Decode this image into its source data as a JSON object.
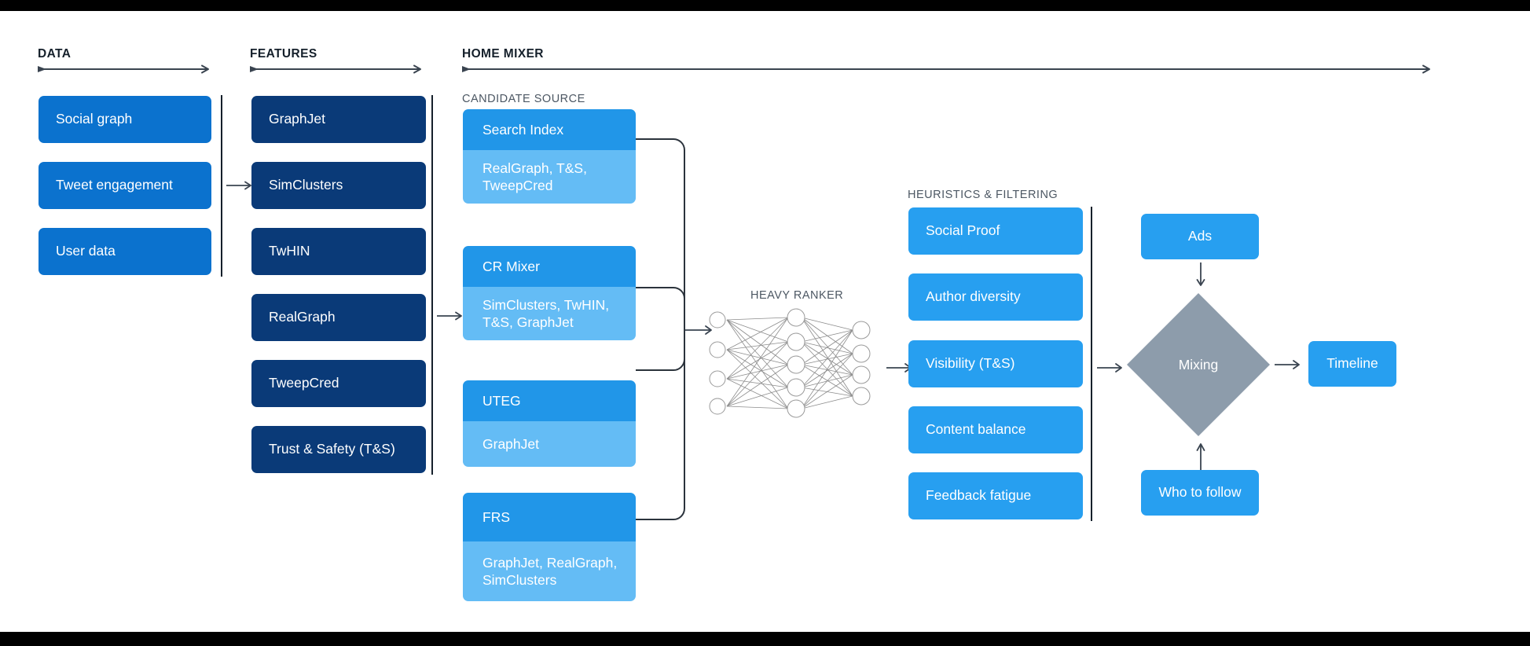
{
  "theme": {
    "page_background": "#000000",
    "canvas_background": "#ffffff",
    "data_blue": "#0b72ce",
    "feature_navy": "#0a3a78",
    "candidate_head_blue": "#2196e8",
    "candidate_body_blue": "#64bcf5",
    "heuristic_blue": "#279ff0",
    "diamond_gray": "#8d9cab",
    "line_dark": "#3a4450",
    "header_text": "#15202b",
    "subheader_text": "#4c5763"
  },
  "sections": {
    "data": {
      "title": "DATA"
    },
    "features": {
      "title": "FEATURES"
    },
    "home_mixer": {
      "title": "HOME MIXER"
    },
    "candidate_source": {
      "title": "CANDIDATE SOURCE"
    },
    "heavy_ranker": {
      "title": "HEAVY RANKER"
    },
    "heuristics": {
      "title": "HEURISTICS & FILTERING"
    }
  },
  "data_column": {
    "items": [
      {
        "label": "Social graph"
      },
      {
        "label": "Tweet engagement"
      },
      {
        "label": "User data"
      }
    ]
  },
  "features_column": {
    "items": [
      {
        "label": "GraphJet"
      },
      {
        "label": "SimClusters"
      },
      {
        "label": "TwHIN"
      },
      {
        "label": "RealGraph"
      },
      {
        "label": "TweepCred"
      },
      {
        "label": "Trust & Safety (T&S)"
      }
    ]
  },
  "candidate_sources": {
    "items": [
      {
        "name": "Search Index",
        "features": "RealGraph, T&S,\nTweepCred"
      },
      {
        "name": "CR Mixer",
        "features": "SimClusters, TwHIN,\nT&S, GraphJet"
      },
      {
        "name": "UTEG",
        "features": "GraphJet"
      },
      {
        "name": "FRS",
        "features": "GraphJet, RealGraph,\nSimClusters"
      }
    ]
  },
  "heavy_ranker": {
    "label": "HEAVY RANKER",
    "layers": [
      {
        "name": "input",
        "nodes": 4
      },
      {
        "name": "hidden",
        "nodes": 5
      },
      {
        "name": "output",
        "nodes": 4
      }
    ]
  },
  "heuristics_column": {
    "items": [
      {
        "label": "Social Proof"
      },
      {
        "label": "Author diversity"
      },
      {
        "label": "Visibility (T&S)"
      },
      {
        "label": "Content balance"
      },
      {
        "label": "Feedback fatigue"
      }
    ]
  },
  "mixing_stage": {
    "ads": "Ads",
    "mixing": "Mixing",
    "who_to_follow": "Who to follow",
    "timeline": "Timeline"
  }
}
